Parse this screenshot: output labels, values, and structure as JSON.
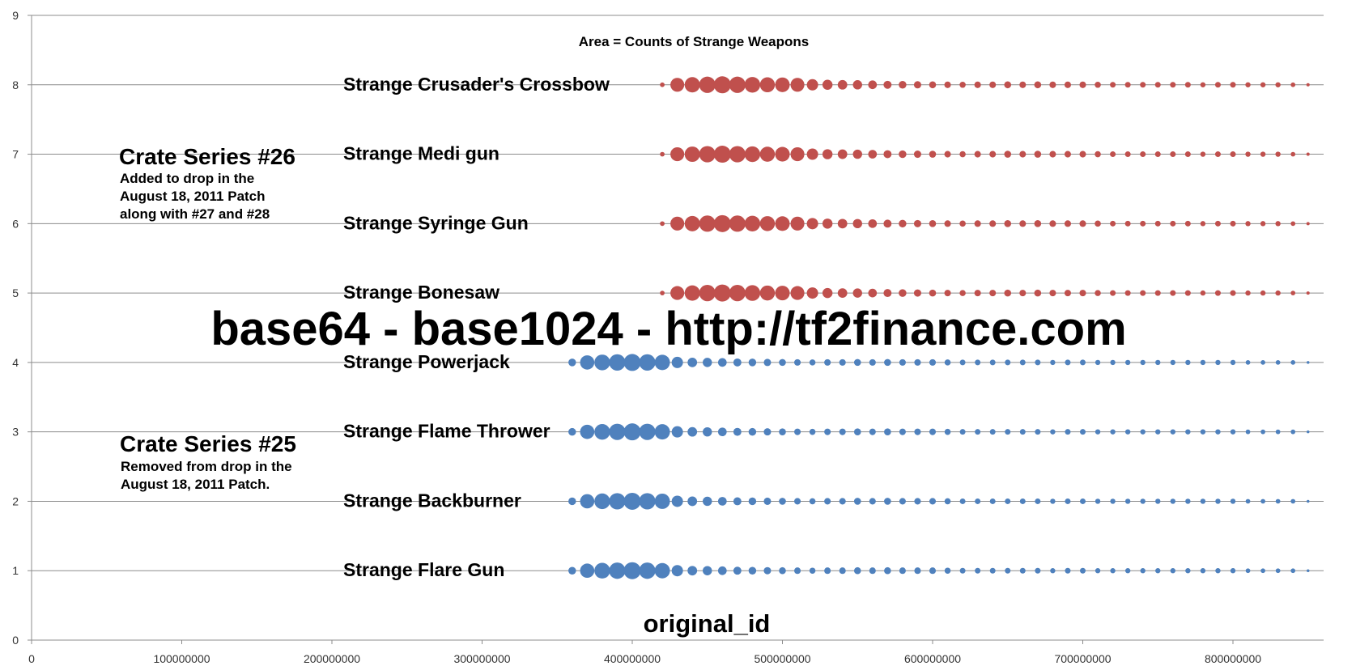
{
  "chart_data": {
    "type": "scatter",
    "subtitle": "Area = Counts of Strange Weapons",
    "xlabel": "original_id",
    "ylabel": "",
    "xlim": [
      0,
      860000000
    ],
    "ylim": [
      0,
      9
    ],
    "x_ticks": [
      "0",
      "100000000",
      "200000000",
      "300000000",
      "400000000",
      "500000000",
      "600000000",
      "700000000",
      "800000000"
    ],
    "y_ticks": [
      "0",
      "1",
      "2",
      "3",
      "4",
      "5",
      "6",
      "7",
      "8",
      "9"
    ],
    "grid": "horizontal",
    "x_values": [
      360000000,
      370000000,
      380000000,
      390000000,
      400000000,
      410000000,
      420000000,
      430000000,
      440000000,
      450000000,
      460000000,
      470000000,
      480000000,
      490000000,
      500000000,
      510000000,
      520000000,
      530000000,
      540000000,
      550000000,
      560000000,
      570000000,
      580000000,
      590000000,
      600000000,
      610000000,
      620000000,
      630000000,
      640000000,
      650000000,
      660000000,
      670000000,
      680000000,
      690000000,
      700000000,
      710000000,
      720000000,
      730000000,
      740000000,
      750000000,
      760000000,
      770000000,
      780000000,
      790000000,
      800000000,
      810000000,
      820000000,
      830000000,
      840000000,
      850000000
    ],
    "series": [
      {
        "name": "Strange Crusader's Crossbow",
        "y": 8,
        "color": "#c0504d",
        "sizes": [
          0,
          0,
          0,
          0,
          0,
          0,
          0.4,
          3.6,
          4.4,
          5.0,
          5.4,
          5.0,
          4.6,
          4.2,
          4.0,
          3.6,
          2.4,
          1.9,
          1.7,
          1.6,
          1.4,
          1.2,
          1.1,
          1.0,
          0.9,
          0.8,
          0.7,
          0.8,
          0.8,
          0.9,
          0.8,
          0.9,
          0.8,
          0.8,
          0.8,
          0.7,
          0.6,
          0.6,
          0.6,
          0.6,
          0.6,
          0.6,
          0.5,
          0.6,
          0.6,
          0.5,
          0.5,
          0.5,
          0.4,
          0.2
        ]
      },
      {
        "name": "Strange Medi gun",
        "y": 7,
        "color": "#c0504d",
        "sizes": [
          0,
          0,
          0,
          0,
          0,
          0,
          0.4,
          3.6,
          4.4,
          5.0,
          5.4,
          5.0,
          4.6,
          4.2,
          4.0,
          3.6,
          2.4,
          1.9,
          1.7,
          1.6,
          1.4,
          1.2,
          1.1,
          1.0,
          0.9,
          0.8,
          0.7,
          0.8,
          0.8,
          0.9,
          0.8,
          0.9,
          0.8,
          0.8,
          0.8,
          0.7,
          0.6,
          0.6,
          0.6,
          0.6,
          0.6,
          0.6,
          0.5,
          0.6,
          0.6,
          0.5,
          0.5,
          0.5,
          0.4,
          0.2
        ]
      },
      {
        "name": "Strange Syringe Gun",
        "y": 6,
        "color": "#c0504d",
        "sizes": [
          0,
          0,
          0,
          0,
          0,
          0,
          0.4,
          3.6,
          4.4,
          5.0,
          5.4,
          5.0,
          4.6,
          4.2,
          4.0,
          3.6,
          2.4,
          1.9,
          1.7,
          1.6,
          1.4,
          1.2,
          1.1,
          1.0,
          0.9,
          0.8,
          0.7,
          0.8,
          0.8,
          0.9,
          0.8,
          0.9,
          0.8,
          0.8,
          0.8,
          0.7,
          0.6,
          0.6,
          0.6,
          0.6,
          0.6,
          0.6,
          0.5,
          0.6,
          0.6,
          0.5,
          0.5,
          0.5,
          0.4,
          0.2
        ]
      },
      {
        "name": "Strange Bonesaw",
        "y": 5,
        "color": "#c0504d",
        "sizes": [
          0,
          0,
          0,
          0,
          0,
          0,
          0.4,
          3.6,
          4.4,
          5.0,
          5.4,
          5.0,
          4.6,
          4.2,
          4.0,
          3.6,
          2.4,
          1.9,
          1.7,
          1.6,
          1.4,
          1.2,
          1.1,
          1.0,
          0.9,
          0.8,
          0.7,
          0.8,
          0.8,
          0.9,
          0.8,
          0.9,
          0.8,
          0.8,
          0.8,
          0.7,
          0.6,
          0.6,
          0.6,
          0.6,
          0.6,
          0.6,
          0.5,
          0.6,
          0.6,
          0.5,
          0.5,
          0.5,
          0.4,
          0.2
        ]
      },
      {
        "name": "Strange Powerjack",
        "y": 4,
        "color": "#4f81bd",
        "sizes": [
          1.1,
          3.8,
          4.6,
          5.0,
          5.4,
          5.0,
          4.4,
          2.4,
          1.7,
          1.6,
          1.4,
          1.2,
          1.1,
          1.0,
          0.9,
          0.8,
          0.7,
          0.8,
          0.8,
          0.9,
          0.8,
          0.9,
          0.8,
          0.8,
          0.8,
          0.7,
          0.6,
          0.6,
          0.6,
          0.6,
          0.6,
          0.6,
          0.5,
          0.6,
          0.6,
          0.5,
          0.5,
          0.5,
          0.5,
          0.5,
          0.5,
          0.5,
          0.5,
          0.5,
          0.5,
          0.4,
          0.4,
          0.4,
          0.4,
          0.15
        ]
      },
      {
        "name": "Strange Flame Thrower",
        "y": 3,
        "color": "#4f81bd",
        "sizes": [
          1.1,
          3.8,
          4.6,
          5.0,
          5.4,
          5.0,
          4.4,
          2.4,
          1.7,
          1.6,
          1.4,
          1.2,
          1.1,
          1.0,
          0.9,
          0.8,
          0.7,
          0.8,
          0.8,
          0.9,
          0.8,
          0.9,
          0.8,
          0.8,
          0.8,
          0.7,
          0.6,
          0.6,
          0.6,
          0.6,
          0.6,
          0.6,
          0.5,
          0.6,
          0.6,
          0.5,
          0.5,
          0.5,
          0.5,
          0.5,
          0.5,
          0.5,
          0.5,
          0.5,
          0.5,
          0.4,
          0.4,
          0.4,
          0.4,
          0.15
        ]
      },
      {
        "name": "Strange Backburner",
        "y": 2,
        "color": "#4f81bd",
        "sizes": [
          1.1,
          3.8,
          4.6,
          5.0,
          5.4,
          5.0,
          4.4,
          2.4,
          1.7,
          1.6,
          1.4,
          1.2,
          1.1,
          1.0,
          0.9,
          0.8,
          0.7,
          0.8,
          0.8,
          0.9,
          0.8,
          0.9,
          0.8,
          0.8,
          0.8,
          0.7,
          0.6,
          0.6,
          0.6,
          0.6,
          0.6,
          0.6,
          0.5,
          0.6,
          0.6,
          0.5,
          0.5,
          0.5,
          0.5,
          0.5,
          0.5,
          0.5,
          0.5,
          0.5,
          0.5,
          0.4,
          0.4,
          0.4,
          0.4,
          0.15
        ]
      },
      {
        "name": "Strange Flare Gun",
        "y": 1,
        "color": "#4f81bd",
        "sizes": [
          1.1,
          3.8,
          4.6,
          5.0,
          5.4,
          5.0,
          4.4,
          2.4,
          1.7,
          1.6,
          1.4,
          1.2,
          1.1,
          1.0,
          0.9,
          0.8,
          0.7,
          0.8,
          0.8,
          0.9,
          0.8,
          0.9,
          0.8,
          0.8,
          0.8,
          0.7,
          0.6,
          0.6,
          0.6,
          0.6,
          0.6,
          0.6,
          0.5,
          0.6,
          0.6,
          0.5,
          0.5,
          0.5,
          0.5,
          0.5,
          0.5,
          0.5,
          0.5,
          0.5,
          0.5,
          0.4,
          0.4,
          0.4,
          0.4,
          0.15
        ]
      }
    ],
    "annotations": [
      {
        "title": "Crate Series #26",
        "lines": [
          "Added to drop in the",
          "August 18, 2011 Patch",
          "along with #27 and #28"
        ]
      },
      {
        "title": "Crate Series #25",
        "lines": [
          "Removed from drop in the",
          "August 18, 2011 Patch."
        ]
      }
    ],
    "watermark": "base64 - base1024 - http://tf2finance.com"
  }
}
